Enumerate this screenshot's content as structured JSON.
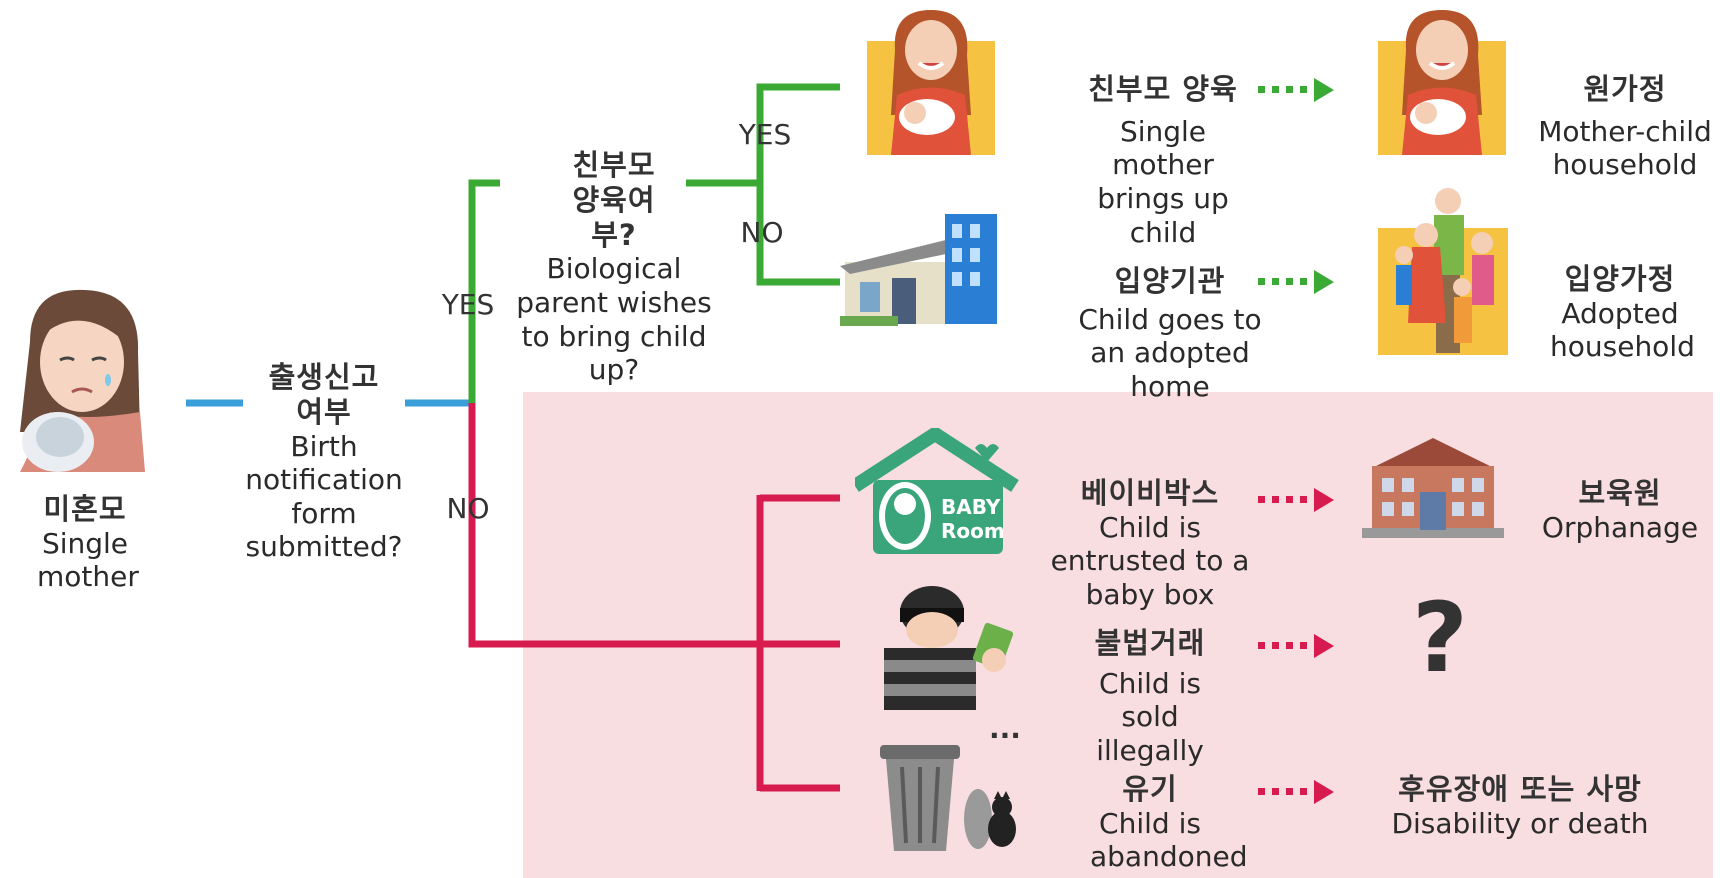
{
  "start": {
    "ko": "미혼모",
    "en": "Single mother"
  },
  "q1": {
    "ko": "출생신고 여부",
    "en": "Birth notification form submitted?"
  },
  "q2": {
    "ko": "친부모 양육여부?",
    "en": "Biological parent wishes to bring child up?"
  },
  "labels": {
    "yes_q1": "YES",
    "no_q1": "NO",
    "yes_q2": "YES",
    "no_q2": "NO"
  },
  "outcomes": [
    {
      "ko": "친부모 양육",
      "en": "Single mother brings up child",
      "result_ko": "원가정",
      "result_en": "Mother-child household"
    },
    {
      "ko": "입양기관",
      "en": "Child goes to an adopted home",
      "result_ko": "입양가정",
      "result_en": "Adopted household"
    },
    {
      "ko": "베이비박스",
      "en": "Child is entrusted to a baby box",
      "result_ko": "보육원",
      "result_en": "Orphanage"
    },
    {
      "ko": "불법거래",
      "en": "Child is sold illegally",
      "result_ko": "?",
      "result_en": ""
    },
    {
      "ko": "유기",
      "en": "Child is abandoned",
      "result_ko": "후유장애 또는 사망",
      "result_en": "Disability or death"
    }
  ],
  "baby_room_logo": "BABY Room",
  "colors": {
    "yes": "#3aaa35",
    "no": "#d81b4f",
    "start": "#3a9fd8",
    "panel": "#f8dde1",
    "arrow": "#3aaa35"
  }
}
